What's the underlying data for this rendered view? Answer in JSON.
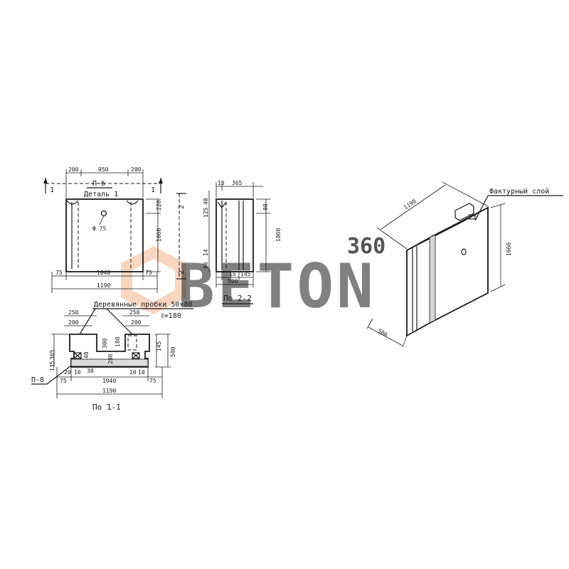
{
  "watermark": {
    "number": "360",
    "word": "BETON",
    "accent_color": "#f3b48c",
    "word_color": "#cfcfcf"
  },
  "front_view": {
    "mark_p6": "П-6",
    "detail": "Деталь 1",
    "hole": "Ф 75",
    "section_mark_left": "1",
    "section_mark_right": "1",
    "section_mark_2": "2",
    "dims": {
      "top_left": "200",
      "top_mid": "950",
      "top_right": "200",
      "right_upper": "220",
      "right_height": "1060",
      "inner_left": "75",
      "inner_mid": "1040",
      "inner_right": "75",
      "overall": "1190"
    }
  },
  "side_view": {
    "caption": "По 2-2",
    "dims": {
      "top_a": "15",
      "top_b": "365",
      "left_a": "40",
      "left_b": "125",
      "left_c": "80",
      "left_d": "14",
      "right_upper": "80",
      "height": "1060",
      "bottom_a": "15",
      "bottom_b": "145",
      "bottom_total": "500"
    }
  },
  "section_view": {
    "caption": "По 1-1",
    "note_plugs": "Деревянные пробки 50×80",
    "note_length": "ℓ=180",
    "mark_p8": "П-8",
    "dims": {
      "top_left_outer": "250",
      "top_left_inner": "200",
      "top_right_outer": "250",
      "top_right_inner": "200",
      "left_height": "365",
      "left_small": "135",
      "mid_a": "300",
      "mid_b": "180",
      "mid_c": "40",
      "mid_d": "280",
      "mid_e": "30",
      "right_a": "145",
      "right_b": "500",
      "bottom_a": "20",
      "bottom_b": "10",
      "bottom_c": "10",
      "bottom_d": "10",
      "inner_left": "75",
      "inner_mid": "1040",
      "inner_right": "75",
      "overall": "1190"
    }
  },
  "iso_view": {
    "texture_label": "Фактурный слой",
    "dim_length": "1190",
    "dim_height": "1060",
    "dim_depth": "500"
  }
}
